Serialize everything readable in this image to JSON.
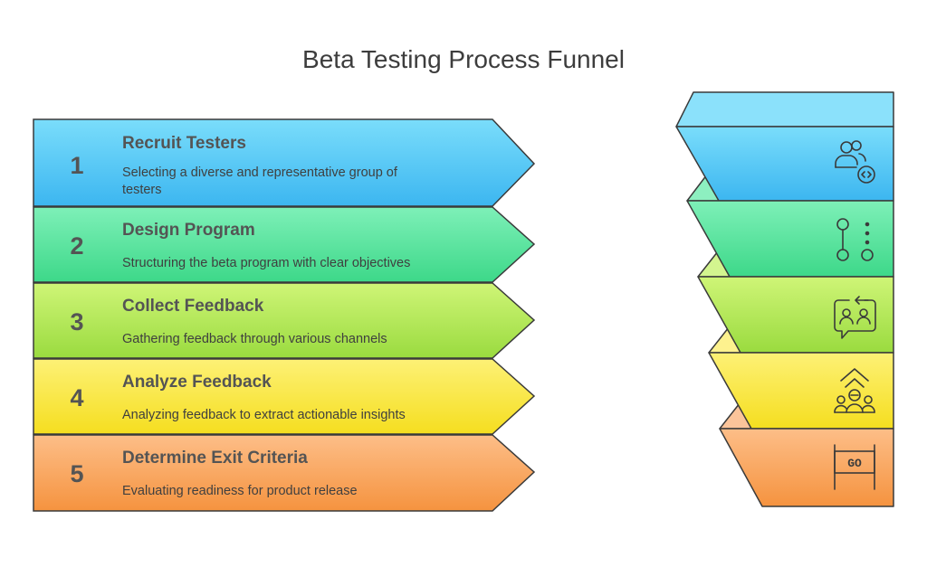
{
  "title": "Beta Testing Process Funnel",
  "steps": [
    {
      "number": "1",
      "title": "Recruit Testers",
      "desc_lines": [
        "Selecting a diverse and representative group of",
        "testers"
      ],
      "color": "#5ACDF6",
      "icon": "users-code-icon"
    },
    {
      "number": "2",
      "title": "Design Program",
      "desc_lines": [
        "Structuring the beta program with clear objectives"
      ],
      "color": "#5BE39E",
      "icon": "git-branch-icon"
    },
    {
      "number": "3",
      "title": "Collect Feedback",
      "desc_lines": [
        "Gathering feedback through various channels"
      ],
      "color": "#B3E85A",
      "icon": "feedback-chat-icon"
    },
    {
      "number": "4",
      "title": "Analyze Feedback",
      "desc_lines": [
        "Analyzing feedback to extract actionable insights"
      ],
      "color": "#F9E73E",
      "icon": "team-analysis-icon"
    },
    {
      "number": "5",
      "title": "Determine Exit Criteria",
      "desc_lines": [
        "Evaluating readiness for product release"
      ],
      "color": "#F8A662",
      "icon": "go-sign-icon"
    }
  ],
  "go_sign_text": "GO"
}
